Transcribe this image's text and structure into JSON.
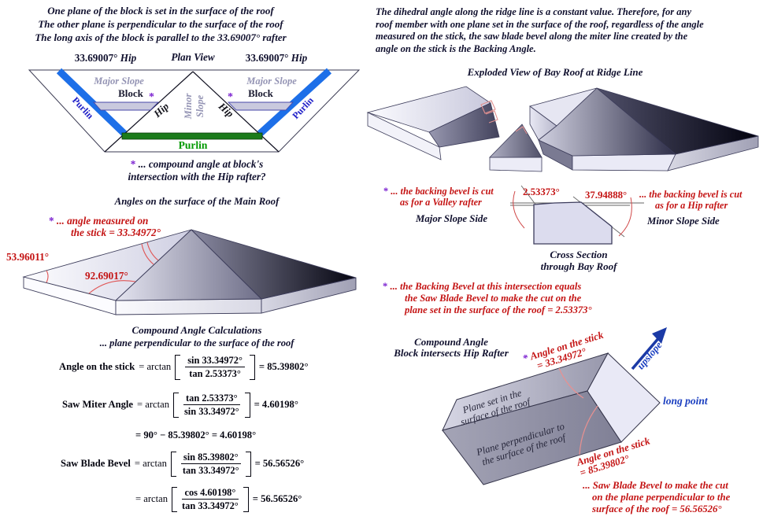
{
  "colors": {
    "red": "#c41414",
    "navy": "#10102e",
    "blue": "#1b3fc0",
    "green_text": "#009900",
    "green_bar": "#1b7b1b",
    "stripe_blue": "#1d6fe8",
    "purple": "#7a1fd0",
    "gray_slope": "#9494b4"
  },
  "symbols": {
    "asterisk": "*"
  },
  "left": {
    "intro": [
      "One plane of the block is set in the surface of the roof",
      "The other plane is perpendicular to the surface of the roof",
      "The long axis of the block is parallel to the 33.69007° rafter"
    ],
    "plan": {
      "hip_value_left": "33.69007°",
      "hip_word_left": "Hip",
      "title": "Plan View",
      "hip_value_right": "33.69007°",
      "hip_word_right": "Hip",
      "major_slope_left": "Major Slope",
      "major_slope_right": "Major Slope",
      "block_left": "Block",
      "block_right": "Block",
      "hip_left": "Hip",
      "hip_right": "Hip",
      "minor_line1": "Minor",
      "minor_line2": "Slope",
      "purlin_left": "Purlin",
      "purlin_right": "Purlin",
      "purlin_bottom": "Purlin"
    },
    "plan_caption": [
      "... compound angle at block's",
      "intersection with the Hip rafter?"
    ],
    "roof_title": "Angles on the surface of the Main Roof",
    "stick_note": [
      "... angle measured on",
      "the stick = 33.34972°"
    ],
    "angle_53": "53.96011°",
    "angle_92": "92.69017°",
    "calc_title": [
      "Compound Angle Calculations",
      "... plane perpendicular to the surface of the roof"
    ],
    "calc": {
      "row1": {
        "label": "Angle on the stick",
        "op": "= arctan",
        "num": "sin 33.34972°",
        "den": "tan 2.53373°",
        "result": "= 85.39802°"
      },
      "row2": {
        "label": "Saw Miter Angle",
        "op": "= arctan",
        "num": "tan 2.53373°",
        "den": "sin 33.34972°",
        "result": "= 4.60198°"
      },
      "row3": "= 90° − 85.39802° = 4.60198°",
      "row4": {
        "label": "Saw Blade Bevel",
        "op": "= arctan",
        "num": "sin 85.39802°",
        "den": "tan 33.34972°",
        "result": "= 56.56526°"
      },
      "row5": {
        "op": "= arctan",
        "num": "cos 4.60198°",
        "den": "tan 33.34972°",
        "result": "= 56.56526°"
      }
    }
  },
  "right": {
    "intro": [
      "The dihedral angle along the ridge line is a constant value.  Therefore, for any",
      "roof member with one plane set in the surface of the roof, regardless of the angle",
      "measured on the stick, the saw blade bevel along the miter line created by the",
      "angle on the stick is the Backing Angle."
    ],
    "exploded_title": "Exploded View of Bay Roof at Ridge Line",
    "cross_section": {
      "valley_note": [
        "... the backing bevel is cut",
        "as for a Valley rafter"
      ],
      "major_side": "Major Slope Side",
      "angle_small": "2.53373°",
      "angle_large": "37.94888°",
      "hip_note": [
        "... the backing bevel is cut",
        "as for a Hip rafter"
      ],
      "minor_side": "Minor Slope Side",
      "caption": [
        "Cross Section",
        "through Bay Roof"
      ]
    },
    "backing_note": [
      "... the Backing Bevel at this intersection equals",
      "the Saw Blade Bevel to make the cut on the",
      "plane set in the surface of the roof  = 2.53373°"
    ],
    "block": {
      "title": [
        "Compound Angle",
        "Block intersects Hip Rafter"
      ],
      "stick_top": [
        "Angle on the stick",
        "= 33.34972°"
      ],
      "upslope": "upslope",
      "plane_top": [
        "Plane set in the",
        "surface of the roof"
      ],
      "plane_front": [
        "Plane perpendicular to",
        "the surface of the roof"
      ],
      "long_point": "long point",
      "stick_bottom": [
        "Angle on the stick",
        "= 85.39802°"
      ],
      "saw_note": [
        "... Saw Blade Bevel to make the cut",
        "on the plane perpendicular to the",
        "surface of the roof = 56.56526°"
      ]
    }
  }
}
